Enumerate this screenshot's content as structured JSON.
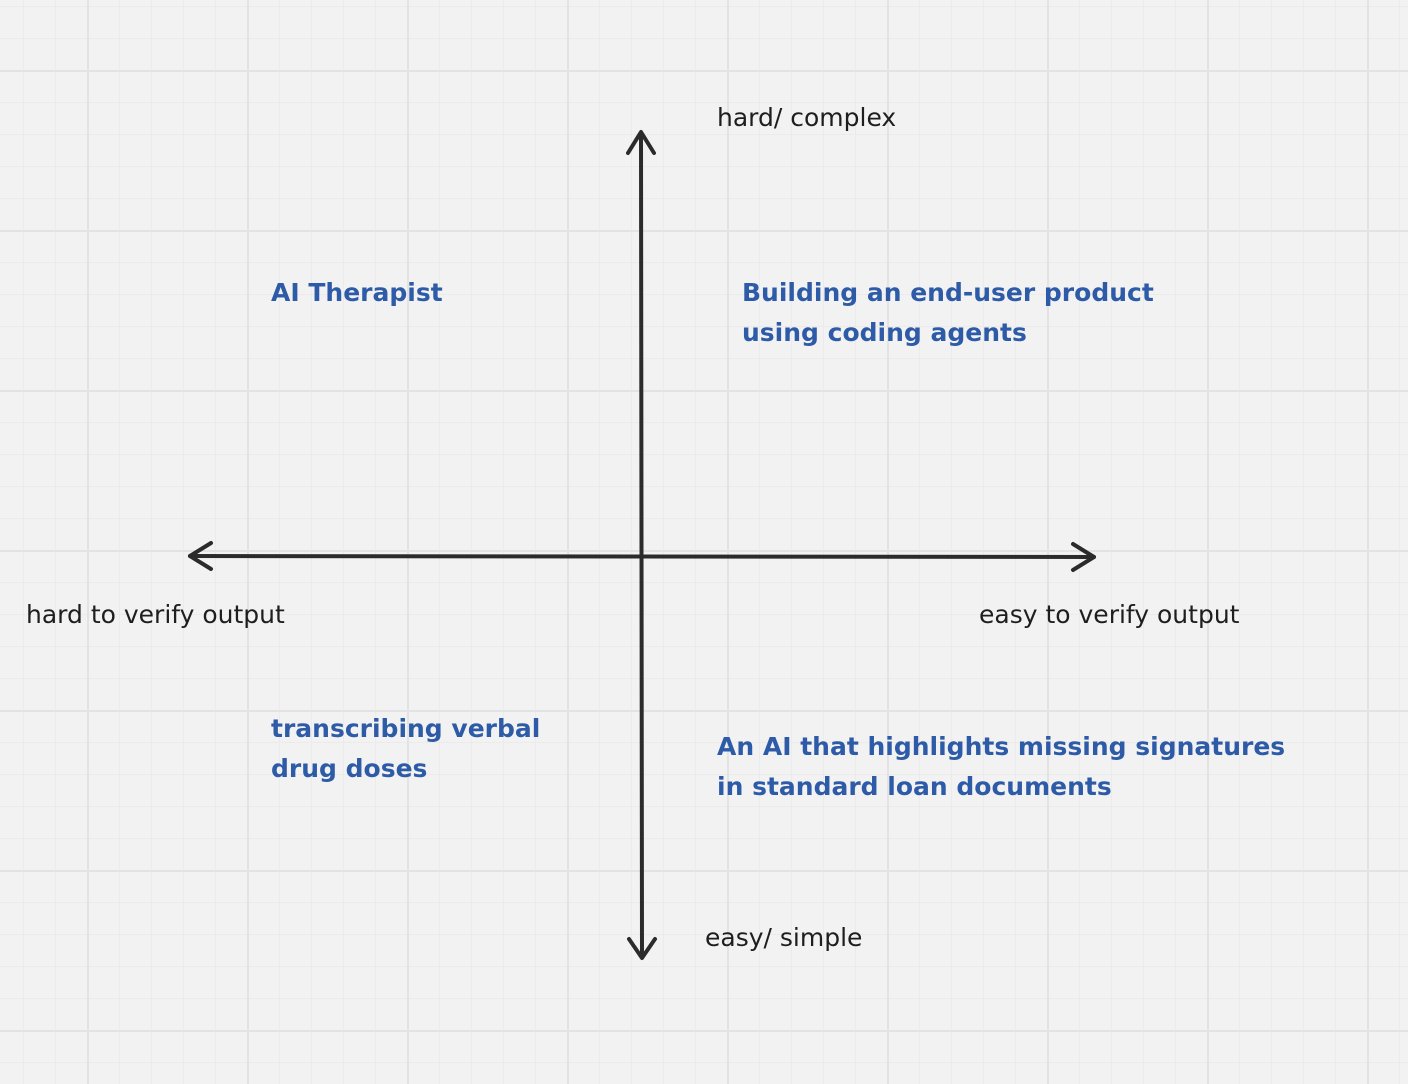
{
  "axes": {
    "top": "hard/ complex",
    "bottom": "easy/ simple",
    "left": "hard to verify output",
    "right": "easy to verify output"
  },
  "quadrants": {
    "top_left": [
      "AI Therapist"
    ],
    "top_right": [
      "Building an end-user product",
      "using coding agents"
    ],
    "bottom_left": [
      "transcribing verbal",
      "drug doses"
    ],
    "bottom_right": [
      "An AI that highlights missing signatures",
      "in standard loan documents"
    ]
  },
  "colors": {
    "axis": "#2b2b2b",
    "label_text": "#1e1e1e",
    "note_text": "#2e5ba7",
    "canvas_bg": "#f2f2f2"
  }
}
